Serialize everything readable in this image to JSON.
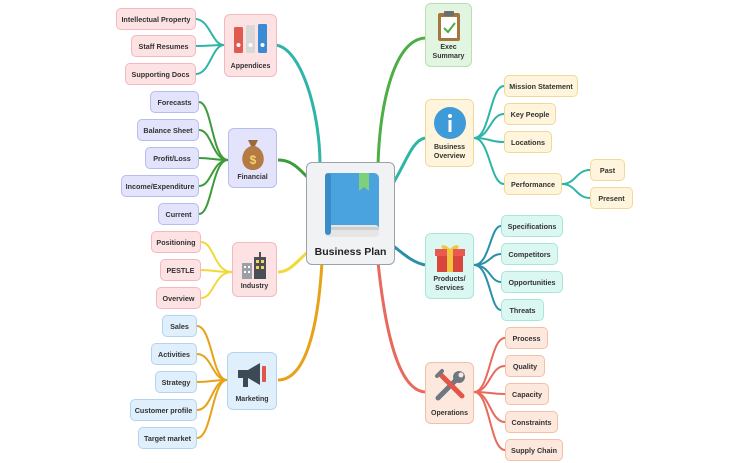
{
  "center": {
    "title": "Business Plan",
    "icon": "book-icon"
  },
  "branches": {
    "appendices": {
      "label": "Appendices",
      "icon": "binders-icon",
      "color": "#2fb5a8",
      "children": [
        "Intellectual Property",
        "Staff Resumes",
        "Supporting Docs"
      ]
    },
    "financial": {
      "label": "Financial",
      "icon": "money-bag-icon",
      "color": "#3e9b3b",
      "children": [
        "Forecasts",
        "Balance Sheet",
        "Profit/Loss",
        "Income/Expenditure",
        "Current"
      ]
    },
    "industry": {
      "label": "Industry",
      "icon": "buildings-icon",
      "color": "#f2d83b",
      "children": [
        "Positioning",
        "PESTLE",
        "Overview"
      ]
    },
    "marketing": {
      "label": "Marketing",
      "icon": "megaphone-icon",
      "color": "#e8a21a",
      "children": [
        "Sales",
        "Activities",
        "Strategy",
        "Customer profile",
        "Target market"
      ]
    },
    "exec_summary": {
      "label": "Exec Summary",
      "icon": "clipboard-icon",
      "color": "#4cae45"
    },
    "business_overview": {
      "label": "Business Overview",
      "icon": "info-icon",
      "color": "#2fb5a8",
      "children": [
        "Mission Statement",
        "Key People",
        "Locations",
        "Performance"
      ],
      "performance_children": [
        "Past",
        "Present"
      ]
    },
    "products_services": {
      "label": "Products/ Services",
      "icon": "gift-icon",
      "color": "#2a8fa8",
      "children": [
        "Specifications",
        "Competitors",
        "Opportunities",
        "Threats"
      ]
    },
    "operations": {
      "label": "Operations",
      "icon": "tools-icon",
      "color": "#e76a5c",
      "children": [
        "Process",
        "Quality",
        "Capacity",
        "Constraints",
        "Supply Chain"
      ]
    }
  }
}
